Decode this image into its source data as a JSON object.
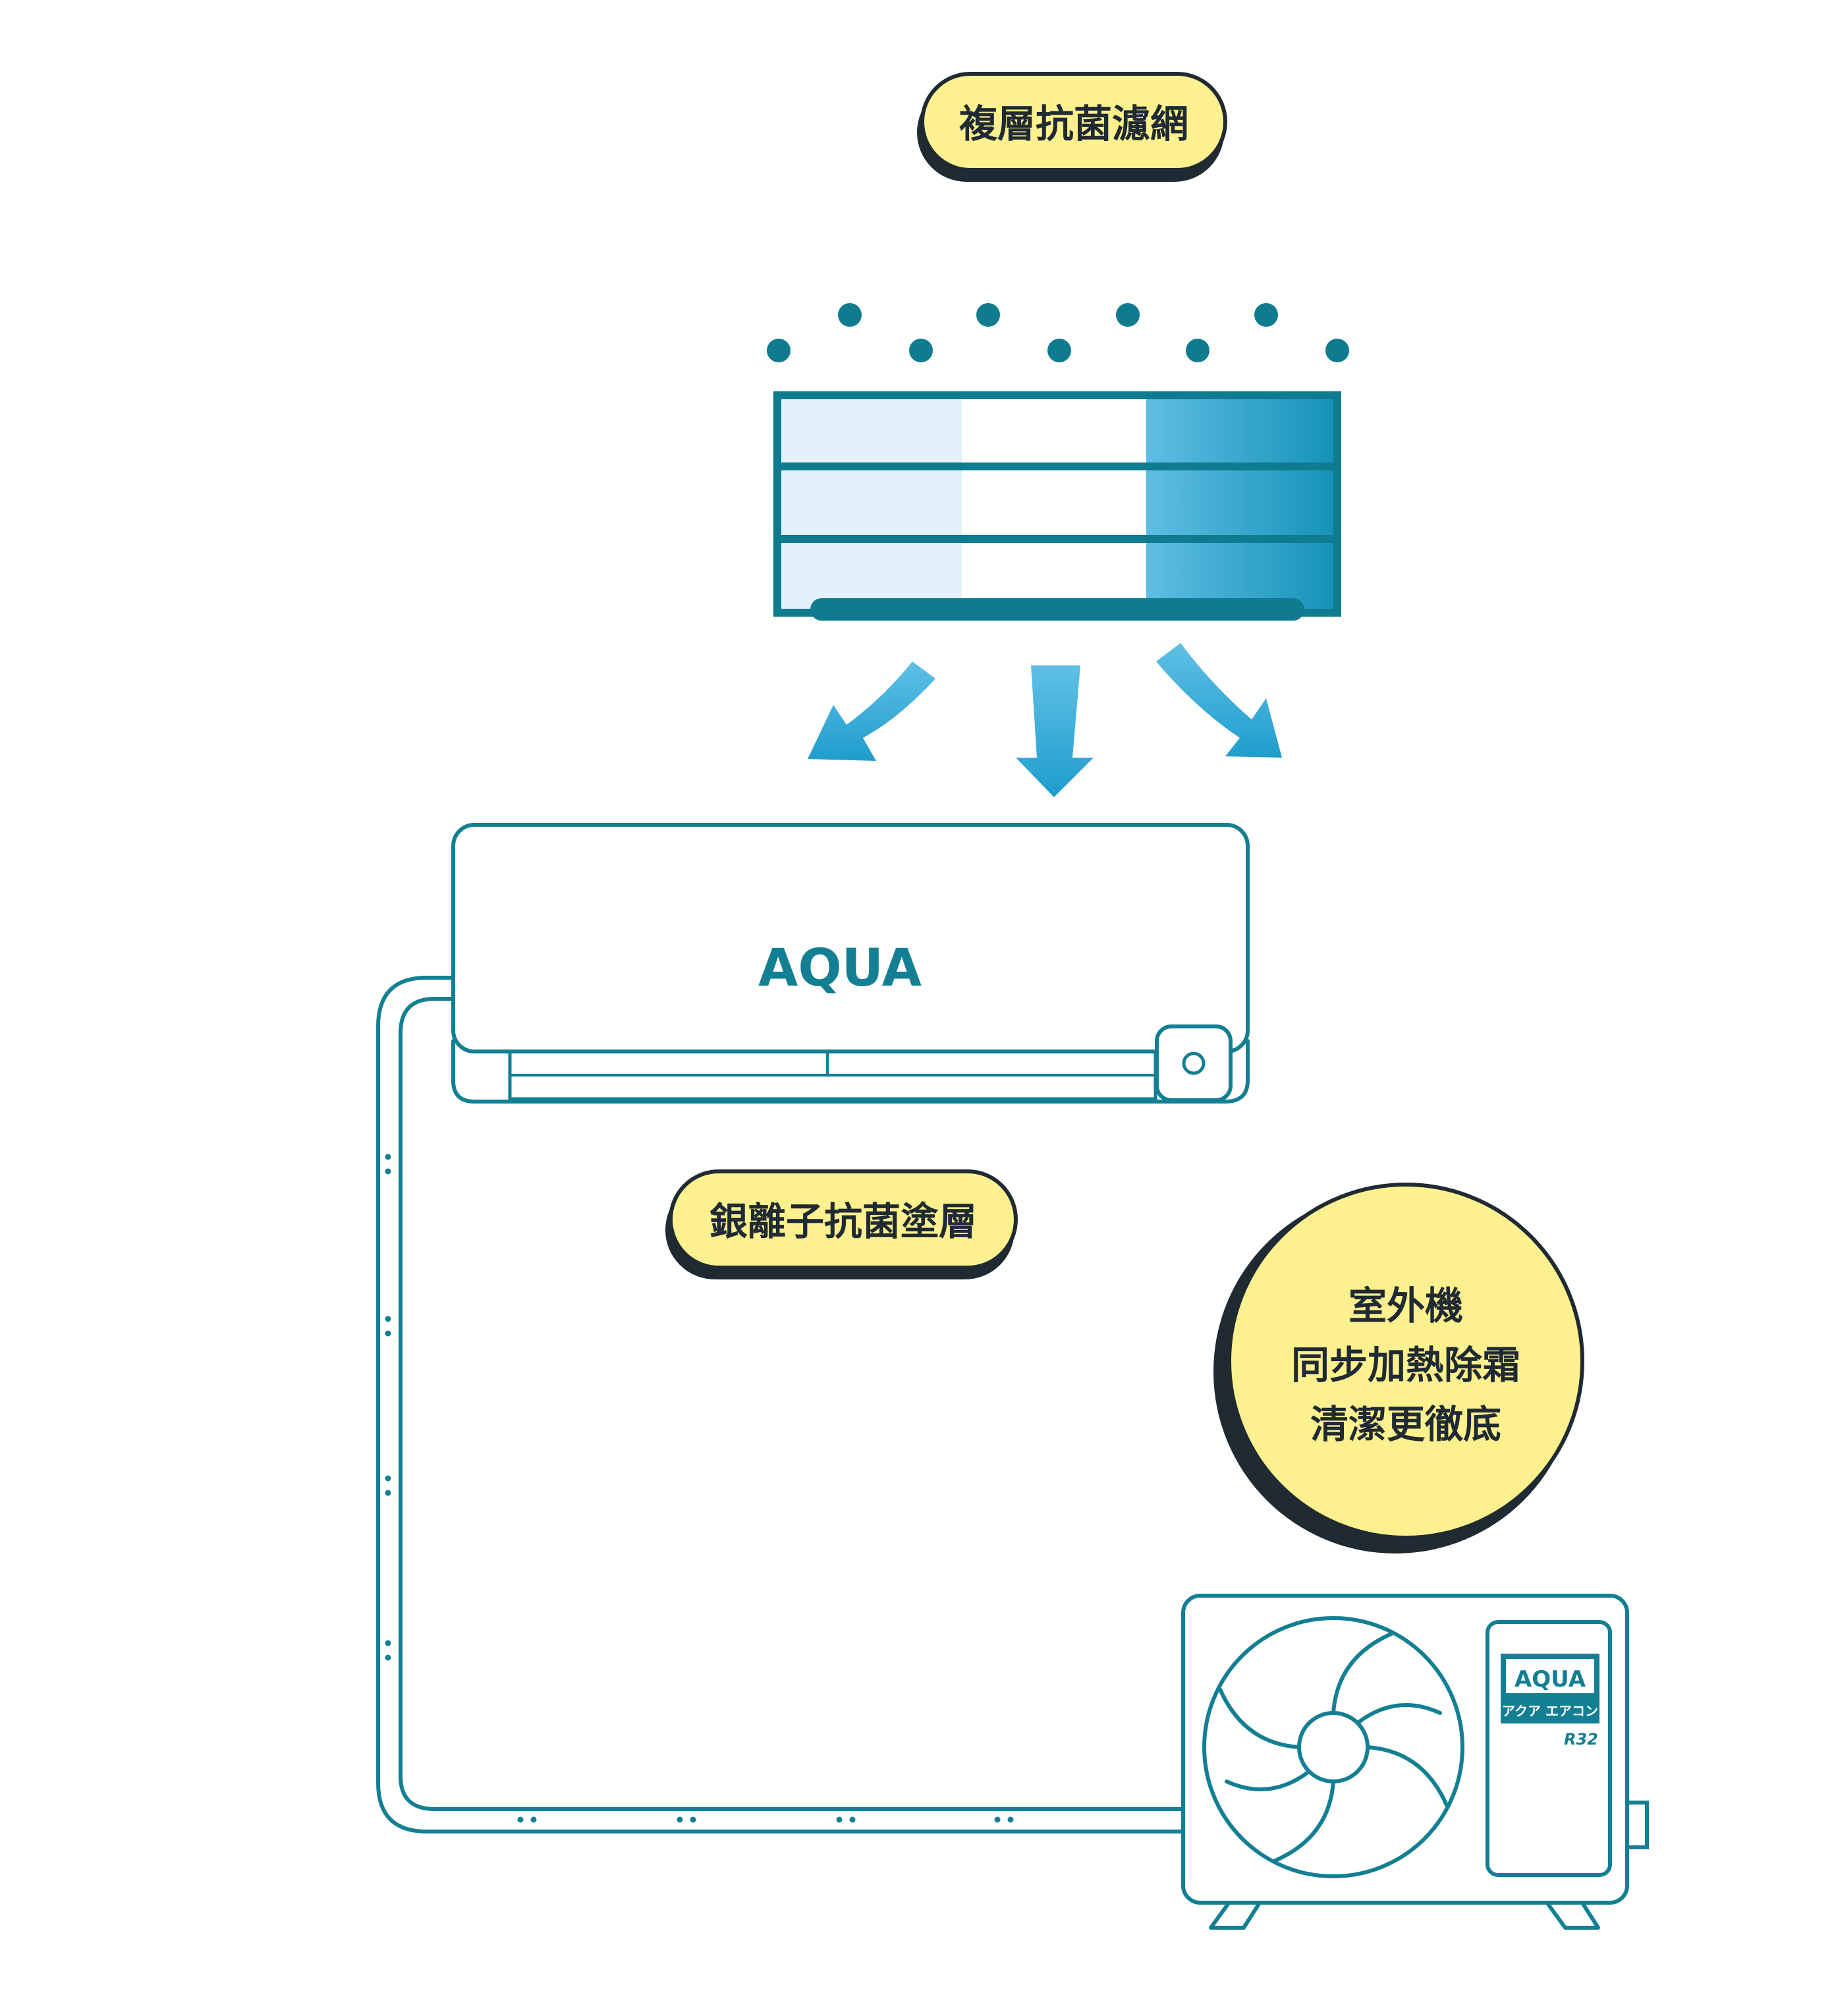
{
  "labels": {
    "filter": "複層抗菌濾網",
    "coating": "銀離子抗菌塗層",
    "outdoor": [
      "室外機",
      "同步加熱除霜",
      "清潔更徹底"
    ]
  },
  "brand": {
    "indoor_logo": "AQUA",
    "outdoor_logo": "AQUA",
    "outdoor_sub": "アクア エアコン",
    "refrigerant": "R32"
  },
  "colors": {
    "line": "#137f93",
    "dark_teal": "#0f7b8f",
    "yellow": "#fdf08e",
    "shadow": "#1f2a33",
    "arrow": "#2aa5d2",
    "filter_light": "#e3f2fa"
  },
  "icons": {
    "particles": "bacteria-dots",
    "arrows": "airflow-arrows",
    "fan": "fan-icon"
  }
}
